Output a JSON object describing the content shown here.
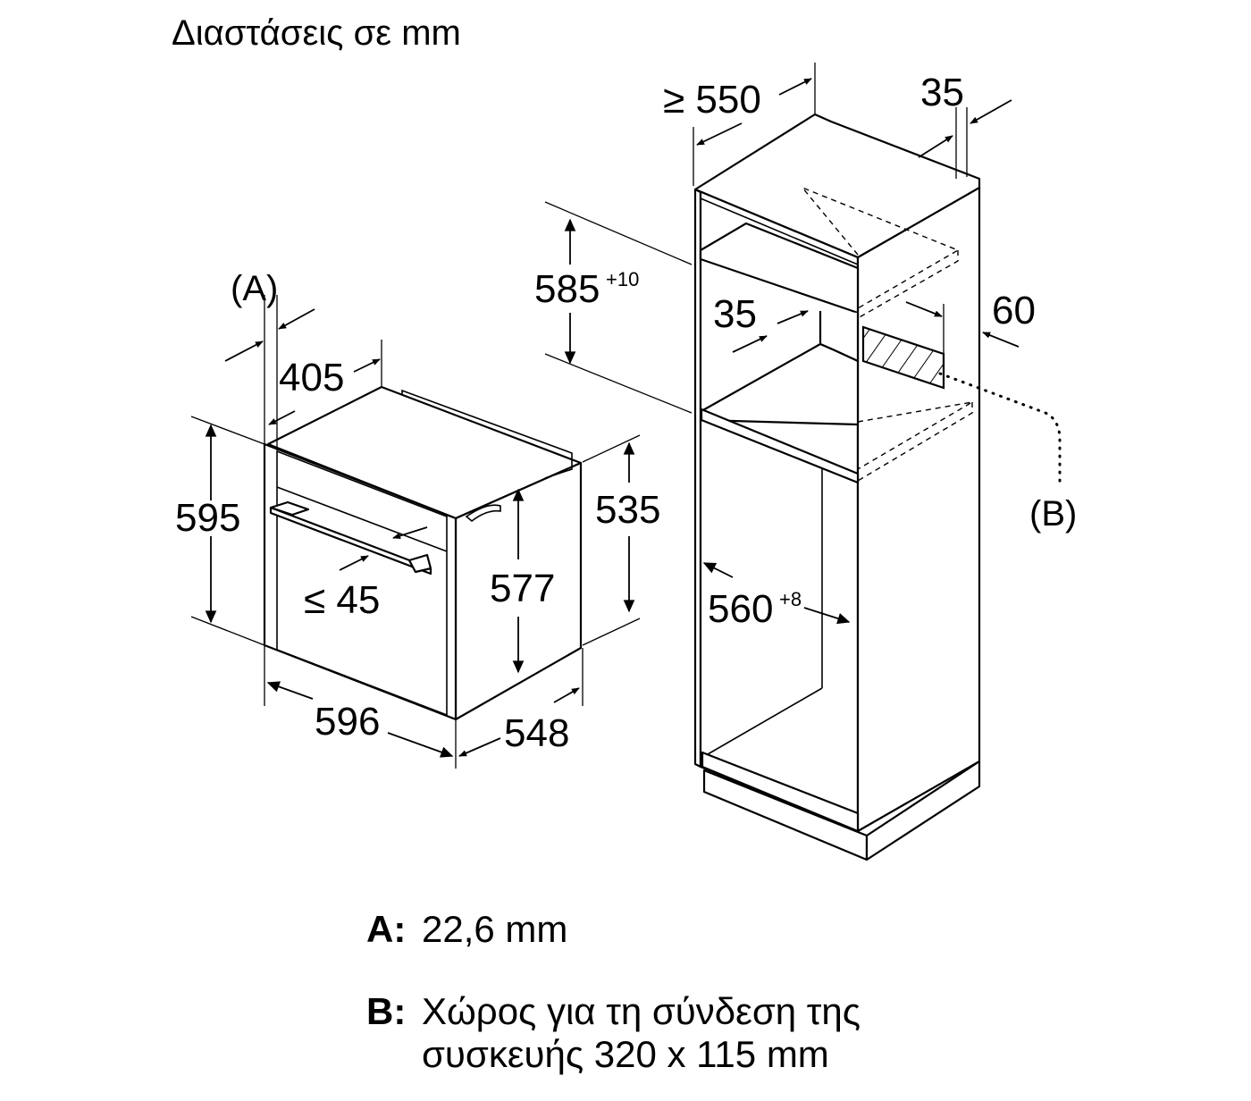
{
  "title": "Διαστάσεις σε mm",
  "oven": {
    "callout_a": "(A)",
    "dim_405": "405",
    "dim_595": "595",
    "dim_45": "≤ 45",
    "dim_577": "577",
    "dim_535": "535",
    "dim_596": "596",
    "dim_548": "548"
  },
  "cabinet": {
    "dim_550": "≥ 550",
    "dim_35_top": "35",
    "dim_585": "585",
    "dim_585_tol": "+10",
    "dim_35_mid": "35",
    "dim_60": "60",
    "callout_b": "(B)",
    "dim_560": "560",
    "dim_560_tol": "+8"
  },
  "legend": {
    "a_key": "A:",
    "a_text": "22,6 mm",
    "b_key": "B:",
    "b_line1": "Χώρος για τη σύνδεση της",
    "b_line2": "συσκευής 320 x 115 mm"
  }
}
